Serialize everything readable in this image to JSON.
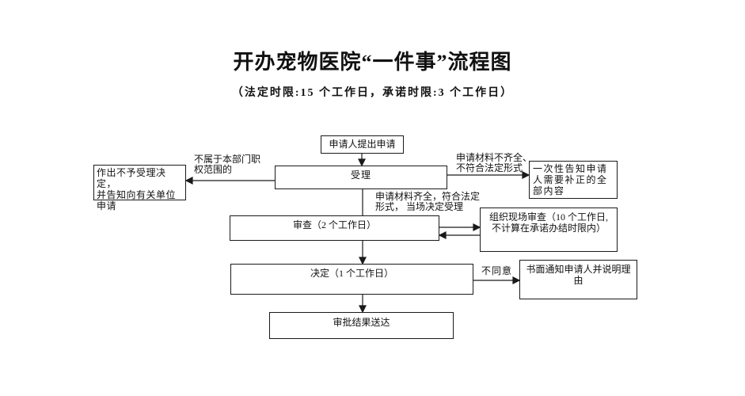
{
  "header": {
    "title": "开办宠物医院“一件事”流程图",
    "subtitle": "（法定时限:15 个工作日，承诺时限:3 个工作日）"
  },
  "flowchart": {
    "nodes": {
      "apply": {
        "label": "申请人提出申请"
      },
      "accept": {
        "label": "受理"
      },
      "reject": {
        "label": "作出不予受理决定，\n并告知向有关单位\n申请"
      },
      "notify_correction": {
        "label": "一次性告知申请\n人需要补正的全\n部内容"
      },
      "review": {
        "label": "审查（2 个工作日）"
      },
      "onsite_review": {
        "label": "组织现场审查（10 个工作日,\n不计算在承诺办结时限内）"
      },
      "decision": {
        "label": "决定（1 个工作日）"
      },
      "written_notice": {
        "label": "书面通知申请人并说明理\n由"
      },
      "delivery": {
        "label": "审批结果送达"
      }
    },
    "edge_labels": {
      "out_of_scope": "不属于本部门职\n权范围的",
      "materials_incomplete": "申请材料不齐全、\n不符合法定形式",
      "materials_complete": "申请材料齐全，符合法定\n形式， 当场决定受理",
      "disagree": "不同意"
    }
  },
  "colors": {
    "line": "#1a1a1a",
    "text": "#111111",
    "background": "#ffffff"
  }
}
